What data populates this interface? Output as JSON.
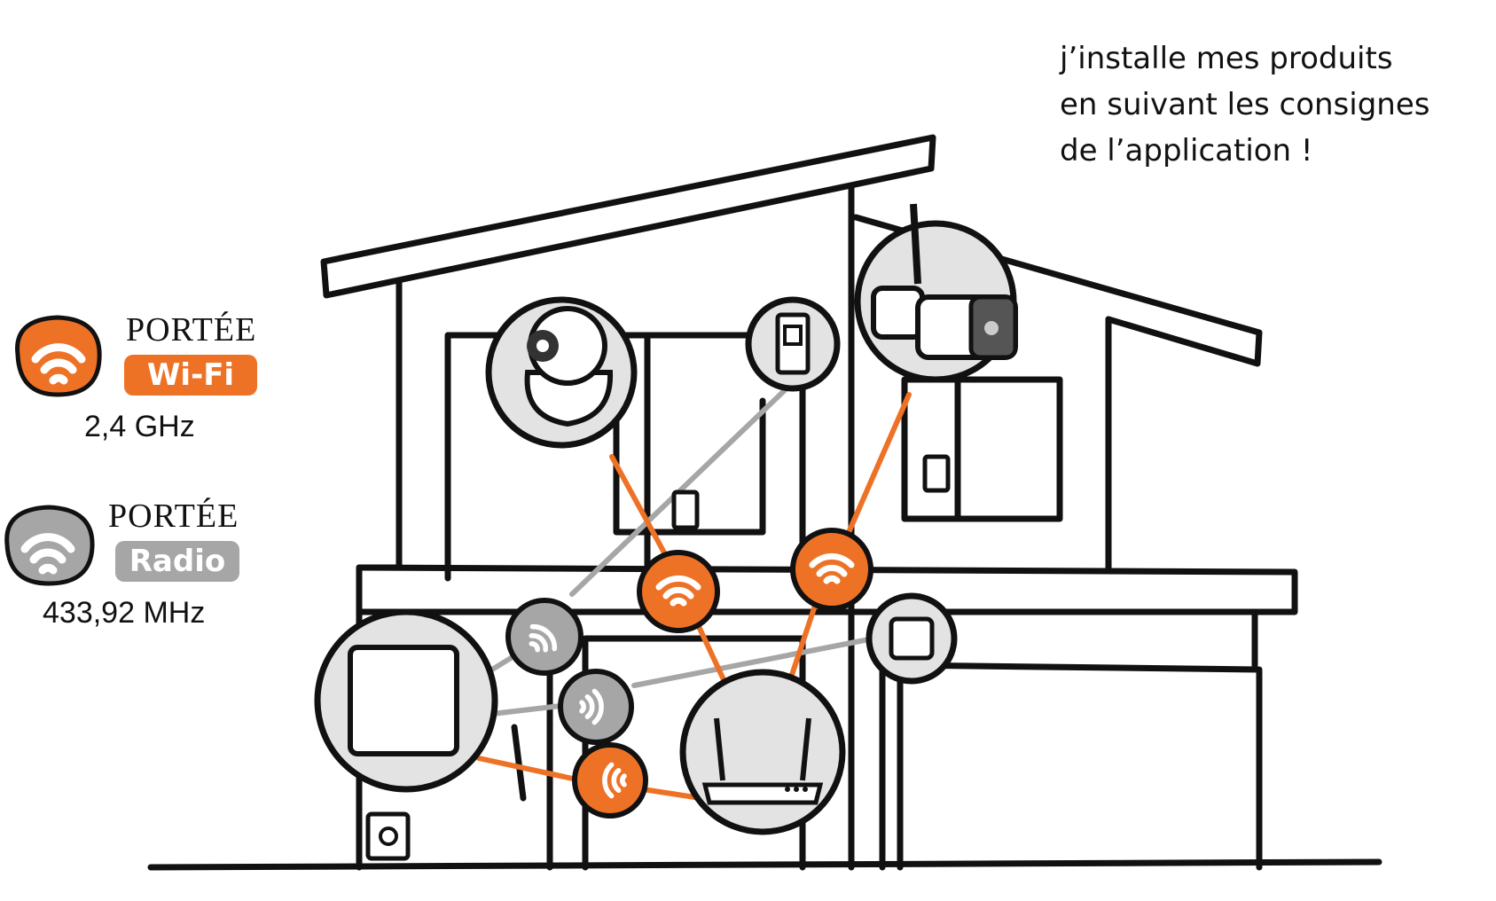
{
  "caption": {
    "lines": [
      "j’installe mes produits",
      "en suivant les consignes",
      "de l’application !"
    ]
  },
  "legend": {
    "wifi": {
      "icon": "wifi-icon",
      "range_label": "PORTÉE",
      "type_label": "Wi-Fi",
      "frequency": "2,4 GHz",
      "color": "#ee7226"
    },
    "radio": {
      "icon": "radio-waves-icon",
      "range_label": "PORTÉE",
      "type_label": "Radio",
      "frequency": "433,92 MHz",
      "color": "#a6a6a6"
    }
  },
  "colors": {
    "line": "#111111",
    "wifi": "#ee7226",
    "radio": "#a6a6a6",
    "device_fill": "#e3e3e3"
  }
}
